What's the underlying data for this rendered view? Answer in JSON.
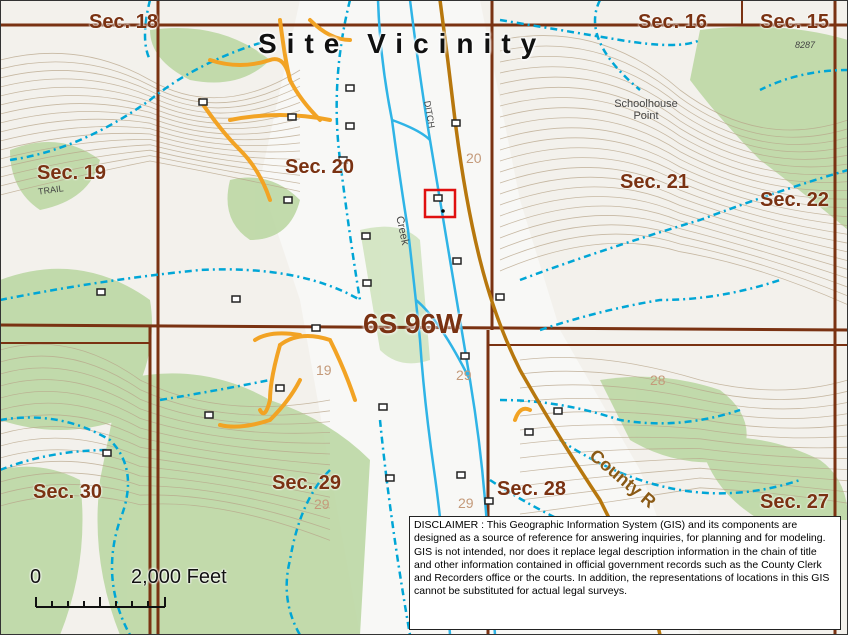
{
  "title": "Site Vicinity",
  "township_label": "6S 96W",
  "sections": [
    {
      "label": "Sec. 18"
    },
    {
      "label": "Sec. 16"
    },
    {
      "label": "Sec. 15"
    },
    {
      "label": "Sec. 19"
    },
    {
      "label": "Sec. 20"
    },
    {
      "label": "Sec. 21"
    },
    {
      "label": "Sec. 22"
    },
    {
      "label": "Sec. 30"
    },
    {
      "label": "Sec. 29"
    },
    {
      "label": "Sec. 28"
    },
    {
      "label": "Sec. 27"
    }
  ],
  "topo_labels": {
    "schoolhouse_point": "Schoolhouse Point",
    "num_20": "20",
    "num_19": "19",
    "num_29a": "29",
    "num_29b": "29",
    "num_28": "28",
    "num_29c": "29",
    "creek": "Creek",
    "ditch": "DITCH",
    "trail": "TRAIL",
    "peak_8287": "8287"
  },
  "road_label": "County R",
  "scale_bar": {
    "zero": "0",
    "distance": "2,000 Feet"
  },
  "disclaimer": "DISCLAIMER : This Geographic Information System (GIS) and its components are designed as a source of reference for answering inquiries, for planning and for modeling. GIS is not intended, nor does it replace legal description information in the chain of title and other information contained in official government records such as the County Clerk and Recorders office or the courts. In addition, the representations of locations in this GIS cannot be substituted for actual legal surveys.",
  "colors": {
    "section_lines": "#7a3212",
    "streams": "#00a6d6",
    "river": "#2fb4e6",
    "roads_orange": "#f2a324",
    "county_road": "#b7770d",
    "vegetation": "#b9d6a0",
    "contours": "#b8a58a",
    "site_marker": "#e01010"
  }
}
